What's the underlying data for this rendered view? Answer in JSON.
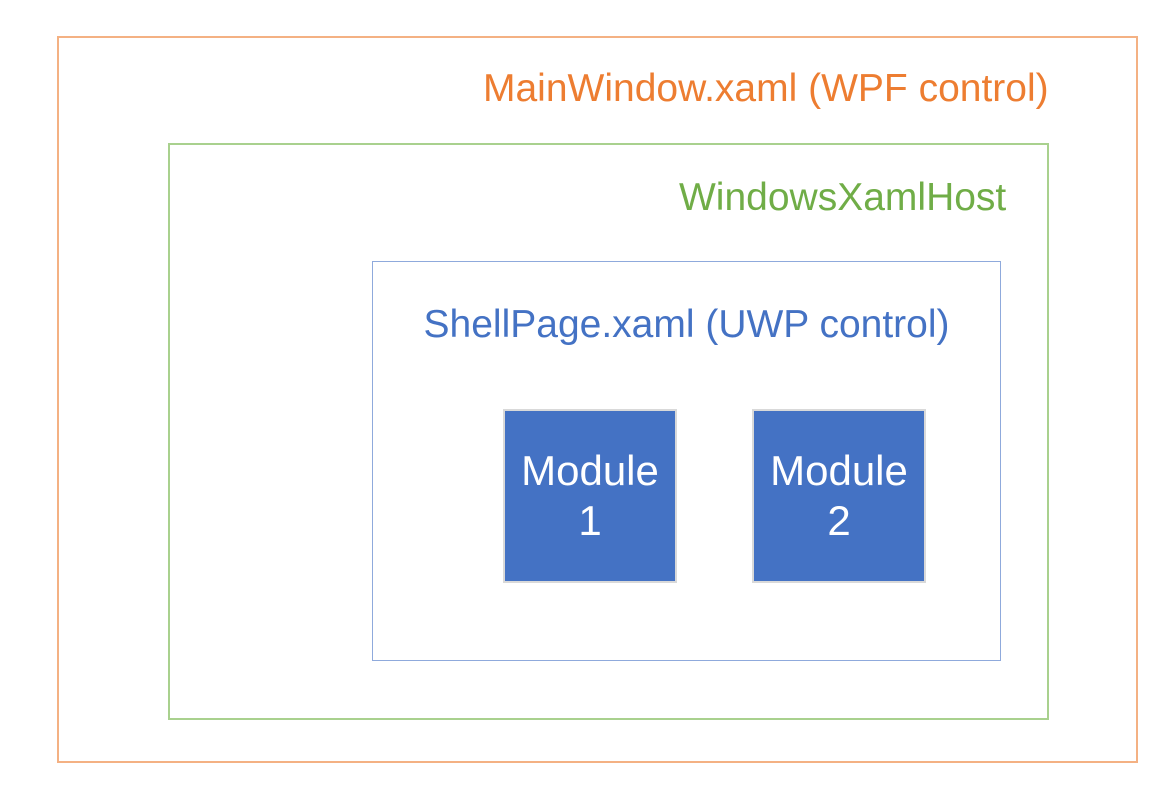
{
  "colors": {
    "background": "#FFFFFF",
    "mainwindow_border": "#F4B183",
    "mainwindow_text": "#ED7D31",
    "xamlhost_border": "#A9D18E",
    "xamlhost_text": "#70AD47",
    "shellpage_border": "#8FAADC",
    "shellpage_text": "#4472C4",
    "module_fill": "#4472C4",
    "module_border": "#D9D9D9",
    "module_text": "#FFFFFF"
  },
  "diagram": {
    "mainwindow": {
      "label": "MainWindow.xaml (WPF control)"
    },
    "xamlhost": {
      "label": "WindowsXamlHost"
    },
    "shellpage": {
      "label": "ShellPage.xaml (UWP control)"
    },
    "modules": [
      {
        "name": "Module",
        "number": "1"
      },
      {
        "name": "Module",
        "number": "2"
      }
    ]
  }
}
